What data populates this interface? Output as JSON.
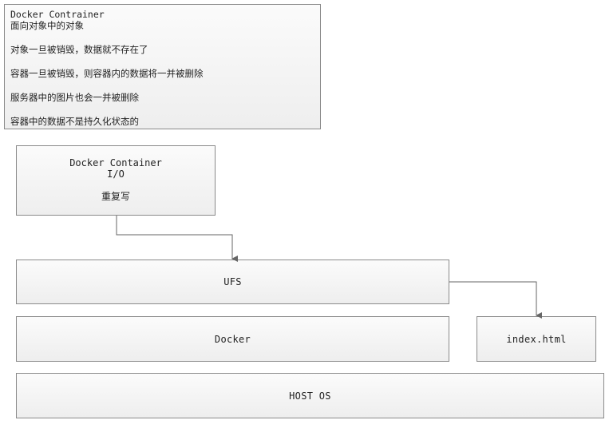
{
  "note": {
    "title": "Docker Contrainer",
    "lines": [
      "面向对象中的对象",
      "对象一旦被销毁，数据就不存在了",
      "容器一旦被销毁，则容器内的数据将一并被删除",
      "服务器中的图片也会一并被删除",
      "容器中的数据不是持久化状态的"
    ]
  },
  "container_box": {
    "line1": "Docker Container",
    "line2": "I/O",
    "line3": "重复写"
  },
  "ufs_box": {
    "label": "UFS"
  },
  "docker_box": {
    "label": "Docker"
  },
  "index_box": {
    "label": "index.html"
  },
  "host_box": {
    "label": "HOST OS"
  },
  "colors": {
    "border": "#8a8a8a",
    "connector": "#666666",
    "fill": "#f4f4f4"
  }
}
